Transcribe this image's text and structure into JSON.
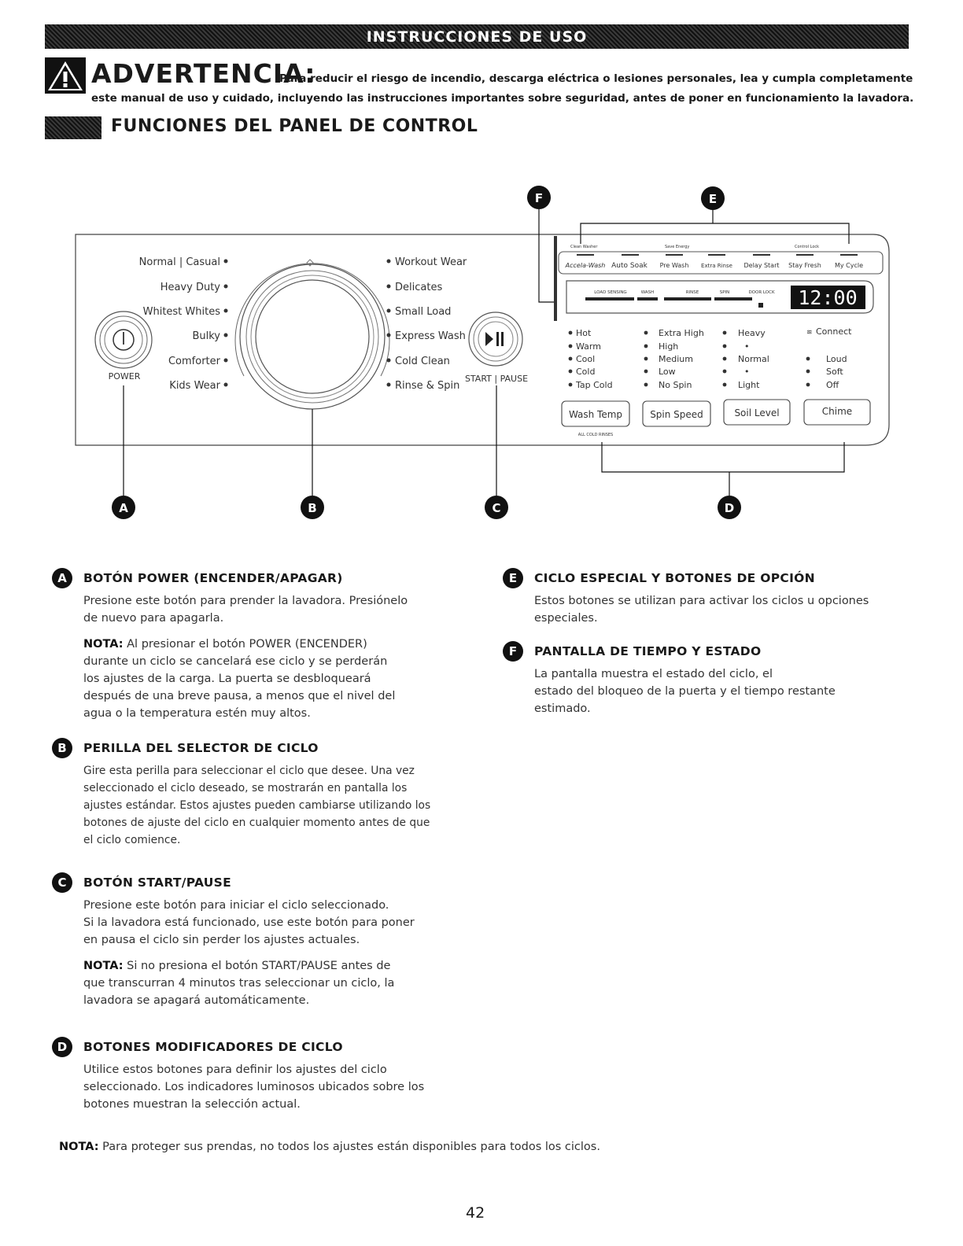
{
  "header": {
    "title": "INSTRUCCIONES DE USO"
  },
  "warning": {
    "word": "ADVERTENCIA:",
    "line1": "Para reducir el riesgo de incendio, descarga eléctrica o lesiones personales, lea y cumpla completamente",
    "line2": "este manual de uso y cuidado, incluyendo las instrucciones importantes sobre seguridad, antes de poner en funcionamiento la lavadora."
  },
  "section": {
    "title": "FUNCIONES DEL PANEL DE CONTROL"
  },
  "panel": {
    "power_label": "POWER",
    "start_label": "START | PAUSE",
    "cycles_left": [
      "Normal | Casual",
      "Heavy Duty",
      "Whitest Whites",
      "Bulky",
      "Comforter",
      "Kids Wear"
    ],
    "cycles_right": [
      "Workout Wear",
      "Delicates",
      "Small Load",
      "Express Wash",
      "Cold Clean",
      "Rinse & Spin"
    ],
    "option_top_labels": [
      "Clean Washer",
      "Save Energy",
      "Control Lock"
    ],
    "options": [
      "Accela-Wash",
      "Auto Soak",
      "Pre Wash",
      "Extra Rinse",
      "Delay Start",
      "Stay Fresh",
      "My Cycle"
    ],
    "status_labels": [
      "LOAD SENSING",
      "WASH",
      "RINSE",
      "SPIN",
      "DOOR LOCK"
    ],
    "time": "12:00",
    "wash_temps": [
      "Hot",
      "Warm",
      "Cool",
      "Cold",
      "Tap Cold"
    ],
    "spin_speeds": [
      "Extra High",
      "High",
      "Medium",
      "Low",
      "No Spin"
    ],
    "soil_levels": [
      "Heavy",
      "•",
      "Normal",
      "•",
      "Light"
    ],
    "chime": [
      "Connect",
      "Loud",
      "Soft",
      "Off"
    ],
    "buttons": [
      "Wash Temp",
      "Spin Speed",
      "Soil Level",
      "Chime"
    ],
    "all_cold_rinses": "ALL COLD RINSES",
    "markers": [
      "A",
      "B",
      "C",
      "D",
      "E",
      "F"
    ]
  },
  "callouts": {
    "A": {
      "badge": "A",
      "title": "BOTÓN POWER (ENCENDER/APAGAR)",
      "lines": [
        "Presione este botón para prender la lavadora. Presiónelo",
        "de nuevo para apagarla."
      ],
      "nota_label": "NOTA:",
      "nota_lines": [
        " Al presionar el botón POWER (ENCENDER)",
        "durante un ciclo se cancelará ese ciclo y se perderán",
        "los ajustes de la carga. La puerta se desbloqueará",
        "después de una breve pausa, a menos que el nivel del",
        "agua o la temperatura estén muy altos."
      ]
    },
    "B": {
      "badge": "B",
      "title": "PERILLA DEL SELECTOR DE CICLO",
      "lines": [
        "Gire esta perilla para seleccionar el ciclo que desee. Una vez",
        "seleccionado el ciclo deseado, se mostrarán en pantalla los",
        "ajustes estándar. Estos ajustes pueden cambiarse utilizando los",
        "botones de ajuste del ciclo en cualquier momento antes de que",
        "el ciclo comience."
      ]
    },
    "C": {
      "badge": "C",
      "title": "BOTÓN START/PAUSE",
      "lines": [
        "Presione este botón para iniciar el ciclo seleccionado.",
        "Si la lavadora está funcionado, use este botón para poner",
        "en pausa el ciclo sin perder los ajustes actuales."
      ],
      "nota_label": "NOTA:",
      "nota_lines": [
        " Si no presiona el botón START/PAUSE antes de",
        "que transcurran 4 minutos tras seleccionar un ciclo, la",
        "lavadora se apagará automáticamente."
      ]
    },
    "D": {
      "badge": "D",
      "title": "BOTONES MODIFICADORES DE CICLO",
      "lines": [
        "Utilice estos botones para definir los ajustes del ciclo",
        "seleccionado. Los indicadores luminosos ubicados sobre los",
        "botones muestran la selección actual."
      ]
    },
    "E": {
      "badge": "E",
      "title": "CICLO ESPECIAL Y BOTONES DE OPCIÓN",
      "lines": [
        "Estos botones se utilizan para activar los ciclos u opciones",
        "especiales."
      ]
    },
    "F": {
      "badge": "F",
      "title": "PANTALLA DE TIEMPO Y ESTADO",
      "lines": [
        "La pantalla muestra el estado del ciclo, el",
        "estado del bloqueo de la puerta y el tiempo restante",
        "estimado."
      ]
    }
  },
  "footer_note": {
    "label": "NOTA:",
    "text": " Para proteger sus prendas, no todos los ajustes están disponibles para todos los ciclos."
  },
  "page_number": "42"
}
